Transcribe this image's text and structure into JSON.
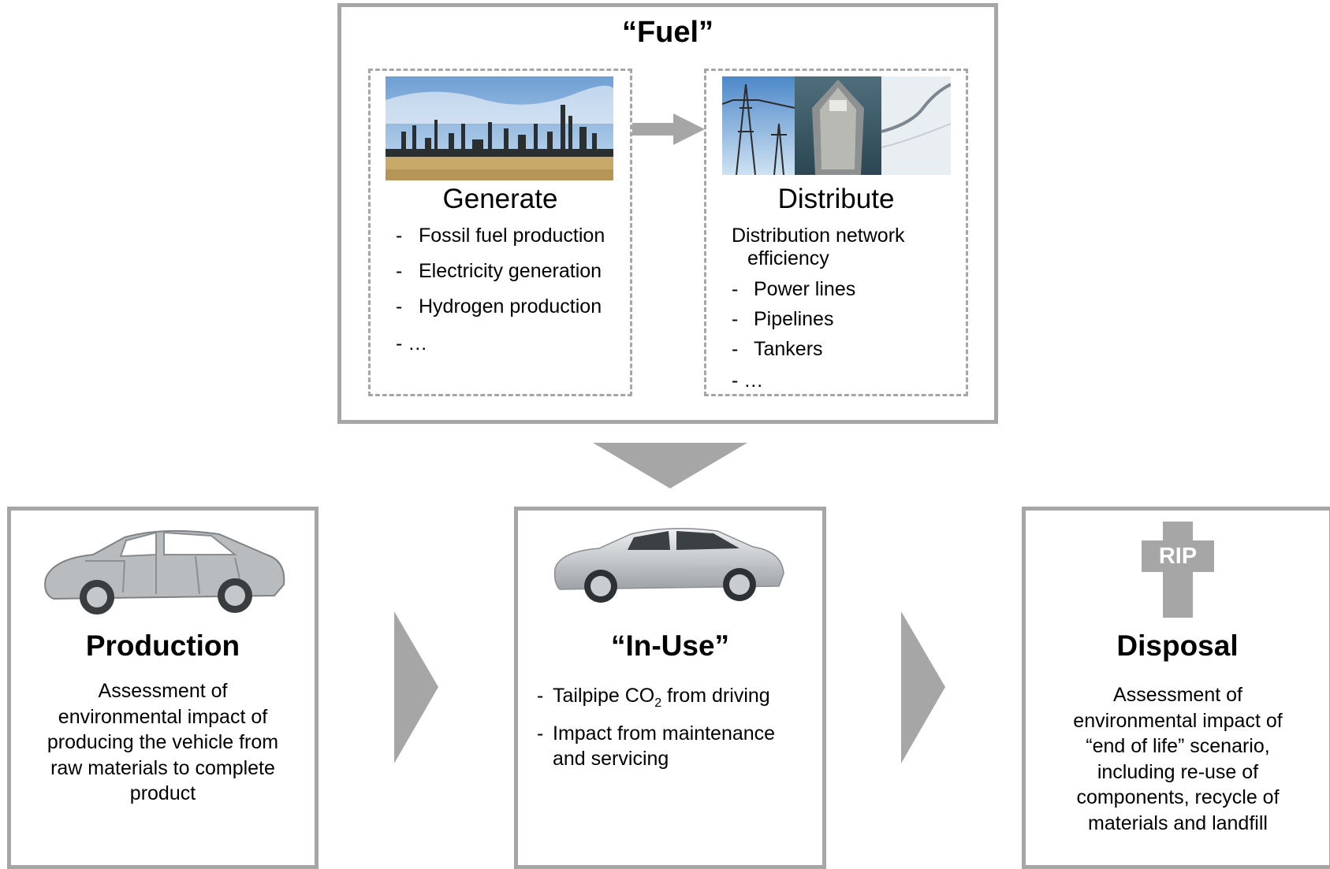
{
  "fuel": {
    "title": "“Fuel”",
    "generate": {
      "title": "Generate",
      "items": [
        "Fossil fuel production",
        "Electricity generation",
        "Hydrogen production"
      ],
      "more": "- …"
    },
    "distribute": {
      "title": "Distribute",
      "intro_line1": "Distribution network",
      "intro_line2": "efficiency",
      "items": [
        "Power lines",
        "Pipelines",
        "Tankers"
      ],
      "more": "- …"
    }
  },
  "production": {
    "title": "Production",
    "description": "Assessment of environmental impact of producing the vehicle from raw materials to complete product"
  },
  "in_use": {
    "title": "“In-Use”",
    "item1_prefix": "Tailpipe CO",
    "item1_sub": "2",
    "item1_suffix": " from driving",
    "item2": "Impact from maintenance and servicing"
  },
  "disposal": {
    "title": "Disposal",
    "icon_text": "RIP",
    "description": "Assessment of environmental impact of “end of life” scenario, including re-use of components, recycle of materials and landfill"
  },
  "colors": {
    "border": "#a6a6a6",
    "arrow": "#a6a6a6",
    "cross": "#a6a6a6"
  }
}
